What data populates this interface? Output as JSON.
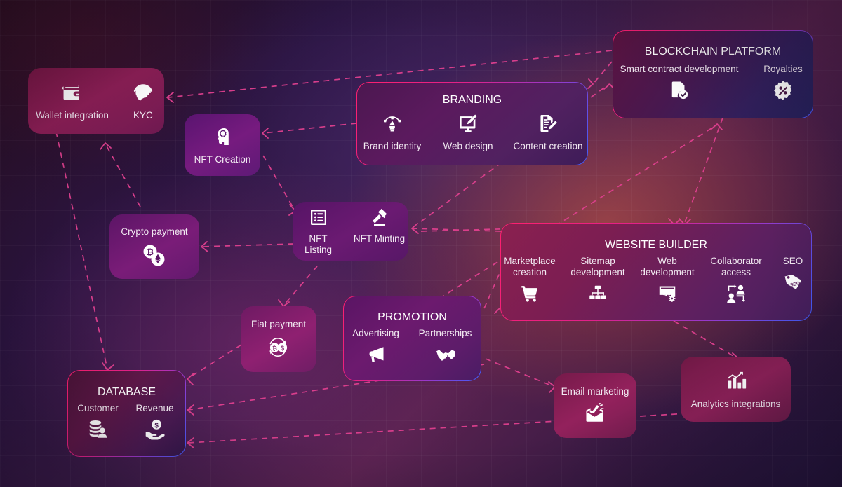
{
  "meta": {
    "title": "NFT Marketplace Services Diagram",
    "accent_pink": "#fb1a6b",
    "accent_blue": "#3f5dfb",
    "arrow_color": "#e0408f",
    "background_colors": [
      "#2a0f22",
      "#3d1c4a",
      "#5b2350",
      "#1e1030"
    ]
  },
  "nodes": {
    "wallet_kyc": {
      "items": [
        {
          "label": "Wallet integration",
          "icon": "wallet-icon"
        },
        {
          "label": "KYC",
          "icon": "fingerprint-icon"
        }
      ]
    },
    "nft_creation": {
      "label": "NFT Creation",
      "icon": "head-lightbulb-icon"
    },
    "branding": {
      "title": "BRANDING",
      "items": [
        {
          "label": "Brand identity",
          "icon": "pen-tool-icon"
        },
        {
          "label": "Web design",
          "icon": "monitor-pencil-icon"
        },
        {
          "label": "Content creation",
          "icon": "document-pencil-icon"
        }
      ]
    },
    "blockchain_platform": {
      "title": "BLOCKCHAIN PLATFORM",
      "items": [
        {
          "label": "Smart contract development",
          "icon": "contract-check-icon"
        },
        {
          "label": "Royalties",
          "icon": "percent-badge-icon"
        }
      ]
    },
    "crypto_payment": {
      "label": "Crypto payment",
      "icon": "bitcoin-ethereum-coins-icon"
    },
    "nft_listing_minting": {
      "items": [
        {
          "label": "NFT Listing",
          "icon": "list-icon"
        },
        {
          "label": "NFT Minting",
          "icon": "gavel-icon"
        }
      ]
    },
    "website_builder": {
      "title": "WEBSITE BUILDER",
      "items": [
        {
          "label": "Marketplace creation",
          "icon": "shopping-cart-icon"
        },
        {
          "label": "Sitemap development",
          "icon": "sitemap-icon"
        },
        {
          "label": "Web development",
          "icon": "code-window-gear-icon"
        },
        {
          "label": "Collaborator access",
          "icon": "users-exchange-icon"
        },
        {
          "label": "SEO",
          "icon": "seo-tag-icon"
        }
      ]
    },
    "fiat_payment": {
      "label": "Fiat payment",
      "icon": "bitcoin-dollar-exchange-icon"
    },
    "promotion": {
      "title": "PROMOTION",
      "items": [
        {
          "label": "Advertising",
          "icon": "megaphone-icon"
        },
        {
          "label": "Partnerships",
          "icon": "handshake-icon"
        }
      ]
    },
    "database": {
      "title": "DATABASE",
      "items": [
        {
          "label": "Customer",
          "icon": "database-user-icon"
        },
        {
          "label": "Revenue",
          "icon": "hand-dollar-icon"
        }
      ]
    },
    "email_marketing": {
      "label": "Email marketing",
      "icon": "envelope-megaphone-icon"
    },
    "analytics": {
      "label": "Analytics integrations",
      "icon": "bar-chart-growth-icon"
    }
  }
}
